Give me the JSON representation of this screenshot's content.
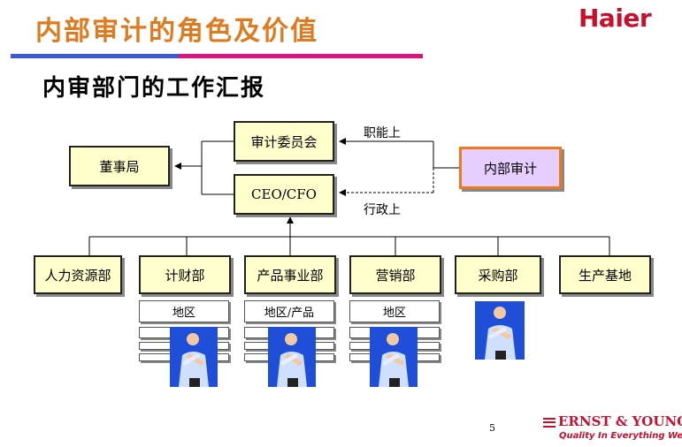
{
  "header": {
    "title": "内部审计的角色及价值",
    "brand": "Haier",
    "colors": {
      "title": "#e07a1e",
      "brand": "#c8102e",
      "bar_blue": "#3a5bd9",
      "bar_pink": "#e0127d"
    }
  },
  "section": {
    "title": "内审部门的工作汇报"
  },
  "diagram": {
    "board": "董事局",
    "audit_committee": "审计委员会",
    "ceo_cfo": "CEO/CFO",
    "internal_audit": "内部审计",
    "functional_label": "职能上",
    "administrative_label": "行政上",
    "departments": [
      "人力资源部",
      "计财部",
      "产品事业部",
      "营销部",
      "采购部",
      "生产基地"
    ],
    "sub_labels": [
      "地区",
      "地区/产品",
      "地区"
    ],
    "colors": {
      "box_fill": "#ffffcc",
      "internal_audit_fill": "#e6cfff",
      "internal_audit_border": "#f07a1a",
      "person_bg": "#1f4fd8"
    }
  },
  "footer": {
    "page_number": "5",
    "ey_logo": "ERNST & YOUNG",
    "ey_tagline": "Quality In Everything We Do"
  }
}
